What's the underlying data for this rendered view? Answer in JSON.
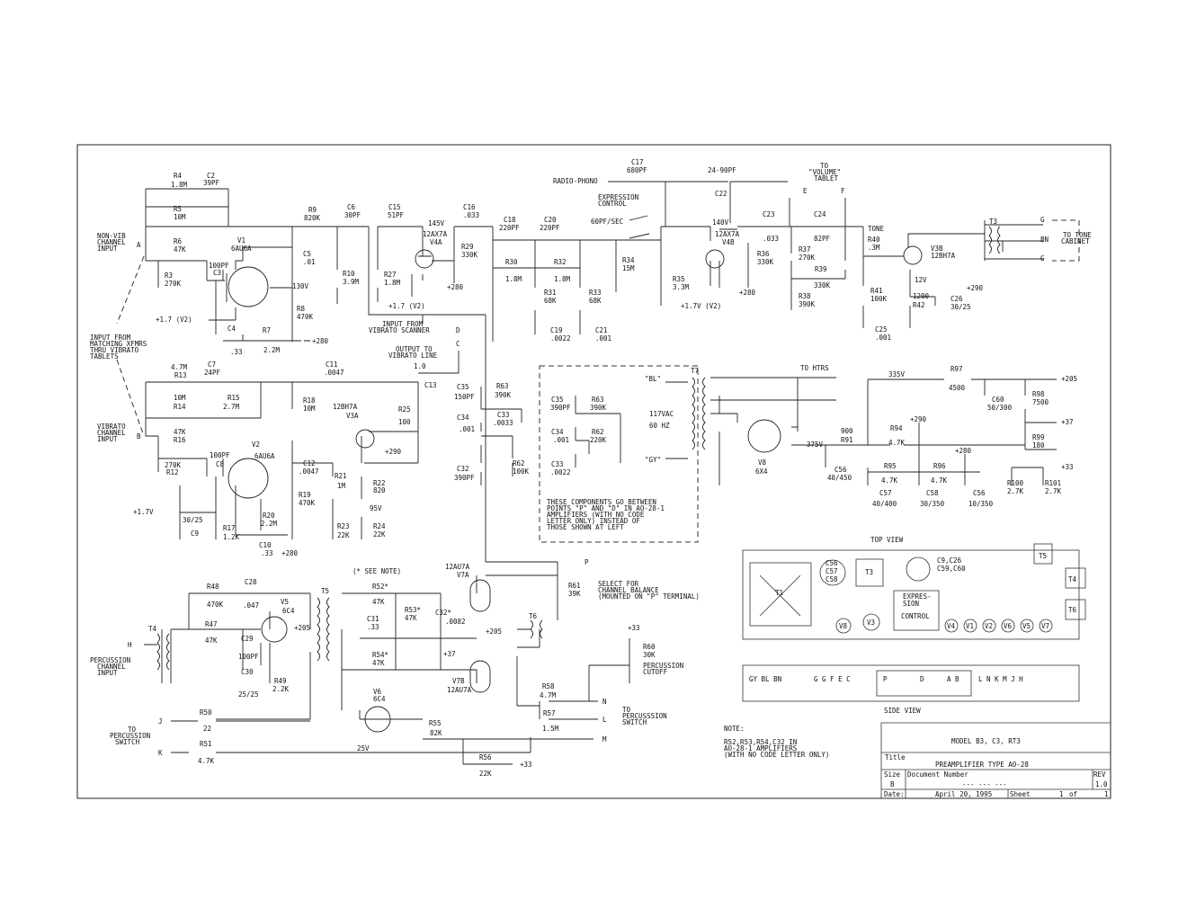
{
  "nodes": {
    "A": "A",
    "B": "B",
    "H": "H",
    "J": "J",
    "K": "K",
    "E": "E",
    "F": "F",
    "D": "D",
    "C": "C",
    "P": "P",
    "L": "L",
    "M": "M",
    "N": "N"
  },
  "notes": {
    "nonvib_1": "NON-VIB",
    "nonvib_2": "CHANNEL",
    "nonvib_3": "INPUT",
    "match_1": "INPUT FROM",
    "match_2": "MATCHING XFMRS",
    "match_3": "THRU VIBRATO",
    "match_4": "TABLETS",
    "vib_1": "VIBRATO",
    "vib_2": "CHANNEL",
    "vib_3": "INPUT",
    "scan_1": "INPUT FROM",
    "scan_2": "VIBRATO SCANNER",
    "out_1": "OUTPUT TO",
    "out_2": "VIBRATO LINE",
    "radio": "RADIO-PHONO",
    "expr_1": "EXPRESSION",
    "expr_2": "CONTROL",
    "vol_1": "TO",
    "vol_2": "\"VOLUME\"",
    "vol_3": "TABLET",
    "tone": "TONE",
    "tocab_1": "TO TONE",
    "tocab_2": "CABINET",
    "tohtrs": "TO HTRS",
    "bl": "\"BL\"",
    "gy": "\"GY\"",
    "vac_1": "117VAC",
    "vac_2": "60 HZ",
    "comp_1": "THESE COMPONENTS GO BETWEEN",
    "comp_2": "POINTS \"P\" AND \"D\" IN AO-28-1",
    "comp_3": "AMPLIFIERS (WITH NO CODE",
    "comp_4": "LETTER ONLY) INSTEAD OF",
    "comp_5": "THOSE SHOWN AT LEFT",
    "seenote": "(* SEE NOTE)",
    "sel_1": "SELECT FOR",
    "sel_2": "CHANNEL BALANCE",
    "sel_3": "(MOUNTED ON \"P\" TERMINAL)",
    "perc_1": "PERCUSSION",
    "perc_2": "CHANNEL",
    "perc_3": "INPUT",
    "tosw_1": "TO",
    "tosw_2": "PERCUSSION",
    "tosw_3": "SWITCH",
    "tosw2_1": "TO",
    "tosw2_2": "PERCUSSSION",
    "tosw2_3": "SWITCH",
    "pcut_1": "PERCUSSION",
    "pcut_2": "CUTOFF",
    "note_h": "NOTE:",
    "note_1": "R52,R53,R54,C32 IN",
    "note_2": "AO-28-1 AMPLIFIERS",
    "note_3": "(WITH NO CODE LETTER ONLY)",
    "pf": "60PF/SEC"
  },
  "comp": {
    "R4": "R4",
    "R4v": "1.8M",
    "C2": "C2",
    "C2v": "39PF",
    "R5": "R5",
    "R5v": "10M",
    "R6": "R6",
    "R6v": "47K",
    "R3": "R3",
    "R3v": "270K",
    "C3v": "100PF",
    "C3": "C3",
    "V1": "V1",
    "V1t": "6AU6A",
    "C5": "C5",
    "C5v": ".01",
    "V130": "130V",
    "R8": "R8",
    "R8v": "470K",
    "C4": "C4",
    "C4v": ".33",
    "R7": "R7",
    "R7v": "2.2M",
    "p17": "+1.7 (V2)",
    "p280a": "+280",
    "R9": "R9",
    "R9v": "820K",
    "C6": "C6",
    "C6v": "30PF",
    "R10": "R10",
    "R10v": "3.9M",
    "C15": "C15",
    "C15v": "51PF",
    "R27": "R27",
    "R27v": "1.8M",
    "V145": "145V",
    "V4A": "12AX7A",
    "V4At": "V4A",
    "R29": "R29",
    "R29v": "330K",
    "p280b": "+280",
    "p17b": "+1.7 (V2)",
    "C16": "C16",
    "C16v": ".033",
    "C18": "C18",
    "C18v": "220PF",
    "C20": "C20",
    "C20v": "220PF",
    "R30": "R30",
    "R30v": "1.8M",
    "R32": "R32",
    "R32v": "1.8M",
    "R31": "R31",
    "R31v": "68K",
    "R33": "R33",
    "R33v": "68K",
    "C19": "C19",
    "C19v": ".0022",
    "C21": "C21",
    "C21v": ".001",
    "R34": "R34",
    "R34v": "15M",
    "C17": "C17",
    "C17v": "680PF",
    "C22": "C22",
    "C22v": "24-90PF",
    "R35": "R35",
    "R35v": "3.3M",
    "V140": "140V",
    "V4B": "12AX7A",
    "V4Bt": "V4B",
    "R36": "R36",
    "R36v": "330K",
    "p280c": "+280",
    "p17c": "+1.7V (V2)",
    "C23": "C23",
    "C23v": ".033",
    "C24": "C24",
    "C24v": "82PF",
    "R37": "R37",
    "R37v": "270K",
    "R39": "R39",
    "R39v": "330K",
    "R38": "R38",
    "R38v": "390K",
    "R40": "R40",
    "R40v": ".3M",
    "R41": "R41",
    "R41v": "100K",
    "C25": "C25",
    "C25v": ".001",
    "V3B": "V3B",
    "V3Bt": "12BH7A",
    "V12": "12V",
    "R42v": "1200",
    "R42": "R42",
    "C26": "C26",
    "C26v": "30/25",
    "T3": "T3",
    "G1": "G",
    "BN": "BN",
    "G2": "G",
    "p290a": "+290",
    "R13v": "4.7M",
    "R13": "R13",
    "C7": "C7",
    "C7v": "24PF",
    "C11": "C11",
    "C11v": ".0047",
    "R14v": "10M",
    "R14": "R14",
    "R15": "R15",
    "R15v": "2.7M",
    "R18": "R18",
    "R18v": "10M",
    "V3A": "12BH7A",
    "V3At": "V3A",
    "R25": "R25",
    "R25v": "100",
    "p290b": "+290",
    "R16v": "47K",
    "R16": "R16",
    "R12v": "270K",
    "R12": "R12",
    "C8v": "100PF",
    "C8": "C8",
    "V2": "V2",
    "V2t": "6AU6A",
    "C12": "C12",
    "C12v": ".0047",
    "R21": "R21",
    "R21v": "1M",
    "R22": "R22",
    "R22v": "820",
    "R19": "R19",
    "R19v": "470K",
    "p17v": "+1.7V",
    "C9v": "30/25",
    "C9": "C9",
    "R17": "R17",
    "R17v": "1.2K",
    "R20": "R20",
    "R20v": "2.2M",
    "V95": "95V",
    "R23": "R23",
    "R23v": "22K",
    "R24": "R24",
    "R24v": "22K",
    "C10": "C10",
    "C10v": ".33",
    "p280d": "+280",
    "C13v": "1.0",
    "C13": "C13",
    "C35": "C35",
    "C35v": "150PF",
    "R63": "R63",
    "R63v": "390K",
    "C34": "C34",
    "C34v": ".001",
    "C33": "C33",
    "C33v": ".0033",
    "C32": "C32",
    "C32v": "390PF",
    "R62": "R62",
    "R62v": "100K",
    "bC35": "C35",
    "bC35v": "390PF",
    "bR63": "R63",
    "bR63v": "390K",
    "bC34": "C34",
    "bC34v": ".001",
    "bR62": "R62",
    "bR62v": "220K",
    "bC33": "C33",
    "bC33v": ".0022",
    "T7": "T7",
    "V8": "V8",
    "V8t": "6X4",
    "C56a": "C56",
    "C56av": "40/450",
    "V375": "375V",
    "R91v": "900",
    "R91": "R91",
    "V335": "335V",
    "R97": "R97",
    "R97v": "4500",
    "p205": "+205",
    "C60": "C60",
    "C60v": "50/300",
    "R98": "R98",
    "R98v": "7500",
    "p37": "+37",
    "R94": "R94",
    "R94v": "4.7K",
    "p290c": "+290",
    "p280e": "+280",
    "R99": "R99",
    "R99v": "180",
    "p33": "+33",
    "R95": "R95",
    "R95v": "4.7K",
    "R96": "R96",
    "R96v": "4.7K",
    "R100": "R100",
    "R100v": "2.7K",
    "R101": "R101",
    "R101v": "2.7K",
    "C57": "C57",
    "C57v": "40/400",
    "C58": "C58",
    "C58v": "30/350",
    "C56b": "C56",
    "C56bv": "10/350",
    "R48": "R48",
    "R48v": "470K",
    "C28": "C28",
    "C28v": ".047",
    "V5": "V5",
    "V5t": "6C4",
    "T5": "T5",
    "p205b": "+205",
    "T4": "T4",
    "R47": "R47",
    "R47v": "47K",
    "C29": "C29",
    "C29v": "100PF",
    "C30": "C30",
    "C30v": "25/25",
    "R49": "R49",
    "R49v": "2.2K",
    "R50": "R50",
    "R50v": "22",
    "R51": "R51",
    "R51v": "4.7K",
    "V25": "25V",
    "R52": "R52*",
    "R52v": "47K",
    "R53": "R53*",
    "R53v": "47K",
    "C31": "C31",
    "C31v": ".33",
    "C32b": "C32*",
    "C32bv": ".0082",
    "R54": "R54*",
    "R54v": "47K",
    "p37b": "+37",
    "V7A": "12AU7A",
    "V7At": "V7A",
    "V7B": "V7B",
    "V7Bt": "12AU7A",
    "p205c": "+205",
    "T6": "T6",
    "V6": "V6",
    "V6t": "6C4",
    "R55": "R55",
    "R55v": "82K",
    "R56": "R56",
    "R56v": "22K",
    "p33b": "+33",
    "R58": "R58",
    "R58v": "4.7M",
    "R57": "R57",
    "R57v": "1.5M",
    "R61": "R61",
    "R61v": "39K",
    "R60": "R60",
    "R60v": "30K",
    "p33c": "+33"
  },
  "top_view": {
    "title": "TOP VIEW",
    "c56": "C56",
    "c57": "C57",
    "c58": "C58",
    "t1": "T1",
    "t3": "T3",
    "c9": "C9,C26",
    "c59": "C59,C60",
    "expr_1": "EXPRES-",
    "expr_2": "SION",
    "expr_3": "CONTROL",
    "t5": "T5",
    "t4": "T4",
    "t6": "T6",
    "v8": "V8",
    "v3": "V3",
    "v4": "V4",
    "v1": "V1",
    "v2": "V2",
    "v6": "V6",
    "v5": "V5",
    "v7": "V7"
  },
  "side_view": {
    "title": "SIDE VIEW",
    "left": "GY BL BN",
    "mid": "G  G  F  E  C",
    "p": "P",
    "d": "D",
    "ab": "A  B",
    "right": "L  N  K  M  J  H"
  },
  "title_block": {
    "model": "MODEL B3, C3, RT3",
    "title_label": "Title",
    "title": "PREAMPLIFIER TYPE AO-28",
    "size_label": "Size",
    "size": "B",
    "doc_label": "Document Number",
    "doc": "--- --- ---",
    "rev_label": "REV",
    "rev": "1.0",
    "date_label": "Date:",
    "date": "April 20, 1995",
    "sheet_label": "Sheet",
    "sheet": "1",
    "of_label": "of",
    "of": "1"
  }
}
